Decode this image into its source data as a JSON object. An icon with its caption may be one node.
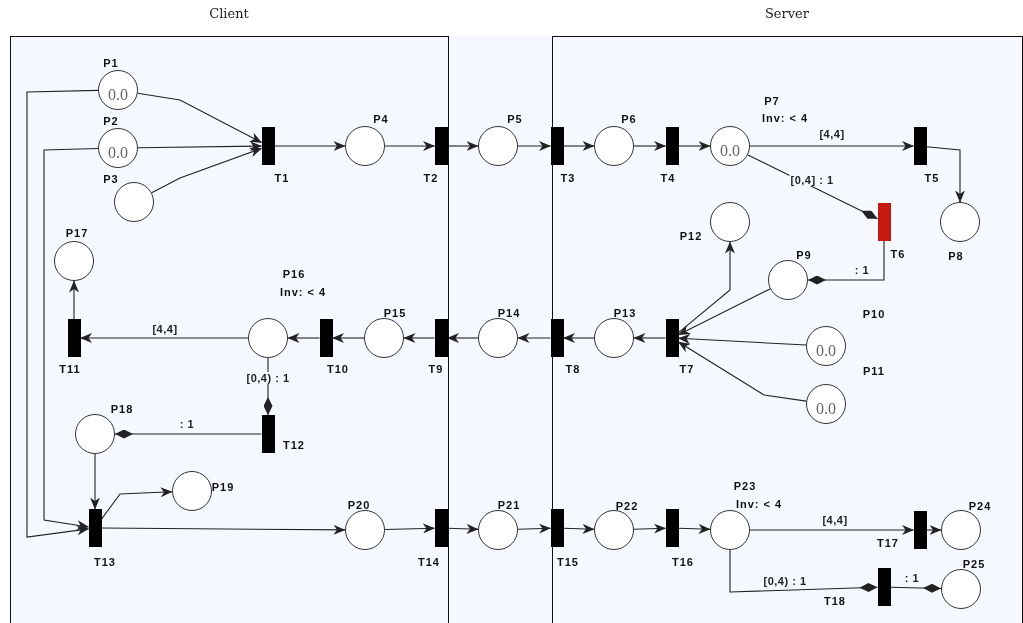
{
  "diagram": {
    "nodes": [
      {
        "text": [
          "Client"
        ]
      },
      {
        "text": [
          "Server"
        ]
      },
      {
        "text": [
          "P1",
          "0.0"
        ],
        "in": 0
      },
      {
        "text": [
          "P2",
          "0.0"
        ],
        "in": 0
      },
      {
        "text": [
          "P3"
        ],
        "in": 0
      },
      {
        "text": [
          "P4"
        ],
        "in": 0
      },
      {
        "text": [
          "P5"
        ]
      },
      {
        "text": [
          "P6"
        ],
        "in": 1
      },
      {
        "text": [
          "P7",
          "Inv: < 4",
          "0.0"
        ],
        "in": 1
      },
      {
        "text": [
          "P8"
        ],
        "in": 1
      },
      {
        "text": [
          "P9"
        ],
        "in": 1
      },
      {
        "text": [
          "P10",
          "0.0"
        ],
        "in": 1
      },
      {
        "text": [
          "P11",
          "0.0"
        ],
        "in": 1
      },
      {
        "text": [
          "P12"
        ],
        "in": 1
      },
      {
        "text": [
          "P13"
        ],
        "in": 1
      },
      {
        "text": [
          "P14"
        ]
      },
      {
        "text": [
          "P15"
        ],
        "in": 0
      },
      {
        "text": [
          "P16",
          "Inv: < 4"
        ],
        "in": 0
      },
      {
        "text": [
          "P17"
        ],
        "in": 0
      },
      {
        "text": [
          "P18"
        ],
        "in": 0
      },
      {
        "text": [
          "P19"
        ],
        "in": 0
      },
      {
        "text": [
          "P20"
        ],
        "in": 0
      },
      {
        "text": [
          "P21"
        ]
      },
      {
        "text": [
          "P22"
        ],
        "in": 1
      },
      {
        "text": [
          "P23",
          "Inv: < 4"
        ],
        "in": 1
      },
      {
        "text": [
          "P24"
        ],
        "in": 1
      },
      {
        "text": [
          "P25"
        ],
        "in": 1
      },
      {
        "text": [
          "T1"
        ],
        "in": 0
      },
      {
        "text": [
          "T2"
        ],
        "in": 0
      },
      {
        "text": [
          "T3"
        ],
        "in": 1
      },
      {
        "text": [
          "T4"
        ],
        "in": 1
      },
      {
        "text": [
          "T5"
        ],
        "in": 1
      },
      {
        "text": [
          "T6"
        ],
        "in": 1
      },
      {
        "text": [
          "T7"
        ],
        "in": 1
      },
      {
        "text": [
          "T8"
        ],
        "in": 1
      },
      {
        "text": [
          "T9"
        ],
        "in": 0
      },
      {
        "text": [
          "T10"
        ],
        "in": 0
      },
      {
        "text": [
          "T11"
        ],
        "in": 0
      },
      {
        "text": [
          "T12"
        ],
        "in": 0
      },
      {
        "text": [
          "T13"
        ],
        "in": 0
      },
      {
        "text": [
          "T14"
        ],
        "in": 0
      },
      {
        "text": [
          "T15"
        ],
        "in": 1
      },
      {
        "text": [
          "T16"
        ],
        "in": 1
      },
      {
        "text": [
          "T17"
        ],
        "in": 1
      },
      {
        "text": [
          "T18"
        ],
        "in": 1
      }
    ],
    "edges": [
      {
        "from": 2,
        "to": 27,
        "arrow": "to"
      },
      {
        "from": 3,
        "to": 27,
        "arrow": "to"
      },
      {
        "from": 4,
        "to": 27,
        "arrow": "to"
      },
      {
        "from": 27,
        "to": 5,
        "arrow": "to"
      },
      {
        "from": 5,
        "to": 28,
        "arrow": "to"
      },
      {
        "from": 28,
        "to": 6,
        "arrow": "to"
      },
      {
        "from": 6,
        "to": 29,
        "arrow": "to"
      },
      {
        "from": 29,
        "to": 7,
        "arrow": "to"
      },
      {
        "from": 7,
        "to": 30,
        "arrow": "to"
      },
      {
        "from": 30,
        "to": 8,
        "arrow": "to"
      },
      {
        "from": 8,
        "to": 31,
        "arrow": "to",
        "label": "[4,4]"
      },
      {
        "from": 31,
        "to": 9,
        "arrow": "to"
      },
      {
        "from": 8,
        "to": 32,
        "arrow": "other",
        "label": "[0,4] : 1"
      },
      {
        "from": 32,
        "to": 10,
        "arrow": "other",
        "label": ": 1"
      },
      {
        "from": 10,
        "to": 33,
        "arrow": "to"
      },
      {
        "from": 11,
        "to": 33,
        "arrow": "to"
      },
      {
        "from": 12,
        "to": 33,
        "arrow": "to"
      },
      {
        "from": 33,
        "to": 13,
        "arrow": "to"
      },
      {
        "from": 33,
        "to": 14,
        "arrow": "to"
      },
      {
        "from": 14,
        "to": 34,
        "arrow": "to"
      },
      {
        "from": 34,
        "to": 15,
        "arrow": "to"
      },
      {
        "from": 15,
        "to": 35,
        "arrow": "to"
      },
      {
        "from": 35,
        "to": 16,
        "arrow": "to"
      },
      {
        "from": 16,
        "to": 36,
        "arrow": "to"
      },
      {
        "from": 36,
        "to": 17,
        "arrow": "to"
      },
      {
        "from": 17,
        "to": 37,
        "arrow": "to",
        "label": "[4,4]"
      },
      {
        "from": 37,
        "to": 18,
        "arrow": "to"
      },
      {
        "from": 17,
        "to": 38,
        "arrow": "other",
        "label": "[0,4) : 1"
      },
      {
        "from": 38,
        "to": 19,
        "arrow": "other",
        "label": ": 1"
      },
      {
        "from": 19,
        "to": 39,
        "arrow": "to"
      },
      {
        "from": 2,
        "to": 39,
        "arrow": "to"
      },
      {
        "from": 3,
        "to": 39,
        "arrow": "to"
      },
      {
        "from": 39,
        "to": 20,
        "arrow": "to"
      },
      {
        "from": 39,
        "to": 21,
        "arrow": "to"
      },
      {
        "from": 21,
        "to": 40,
        "arrow": "to"
      },
      {
        "from": 40,
        "to": 22,
        "arrow": "to"
      },
      {
        "from": 22,
        "to": 41,
        "arrow": "to"
      },
      {
        "from": 41,
        "to": 23,
        "arrow": "to"
      },
      {
        "from": 23,
        "to": 42,
        "arrow": "to"
      },
      {
        "from": 42,
        "to": 24,
        "arrow": "to"
      },
      {
        "from": 24,
        "to": 43,
        "arrow": "to",
        "label": "[4,4]"
      },
      {
        "from": 43,
        "to": 25,
        "arrow": "to"
      },
      {
        "from": 24,
        "to": 44,
        "arrow": "other",
        "label": "[0,4) : 1"
      },
      {
        "from": 44,
        "to": 26,
        "arrow": "other",
        "label": ": 1"
      }
    ]
  }
}
